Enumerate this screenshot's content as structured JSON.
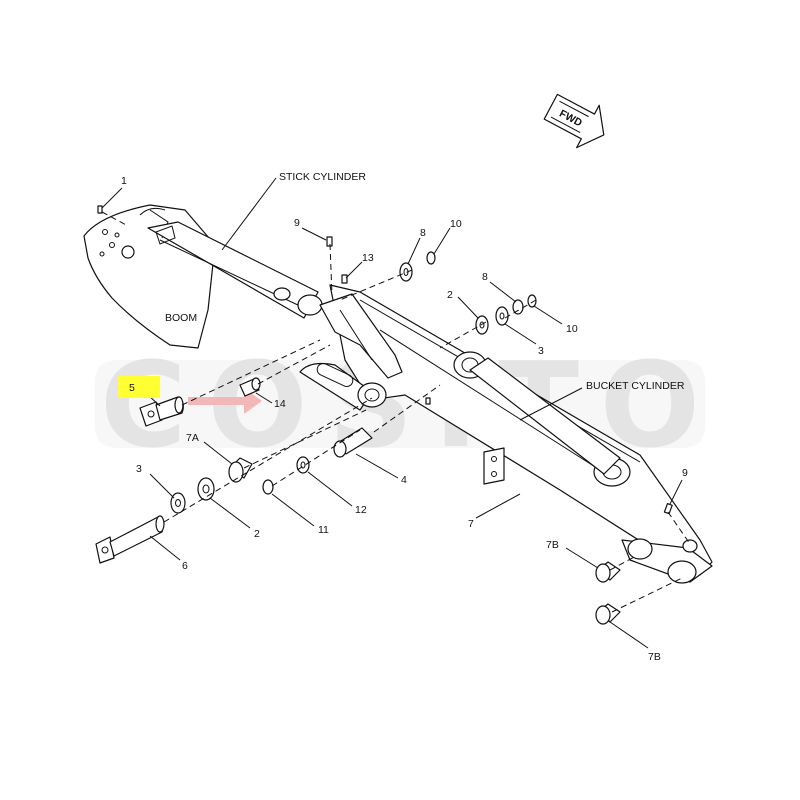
{
  "watermark": {
    "text": "COSITO",
    "color": "#e0e0e0",
    "arrow_color": "#f2b8b8"
  },
  "highlight": {
    "color": "#ffff33",
    "callout": "5"
  },
  "direction_marker": {
    "text": "FWD",
    "icon": "forward-arrow-icon"
  },
  "region_labels": {
    "boom": "BOOM",
    "stick_cylinder": "STICK CYLINDER",
    "bucket_cylinder": "BUCKET CYLINDER"
  },
  "callouts": [
    "1",
    "2",
    "2",
    "3",
    "3",
    "4",
    "5",
    "6",
    "7",
    "7A",
    "7B",
    "7B",
    "8",
    "8",
    "9",
    "9",
    "10",
    "10",
    "11",
    "12",
    "13",
    "14"
  ]
}
